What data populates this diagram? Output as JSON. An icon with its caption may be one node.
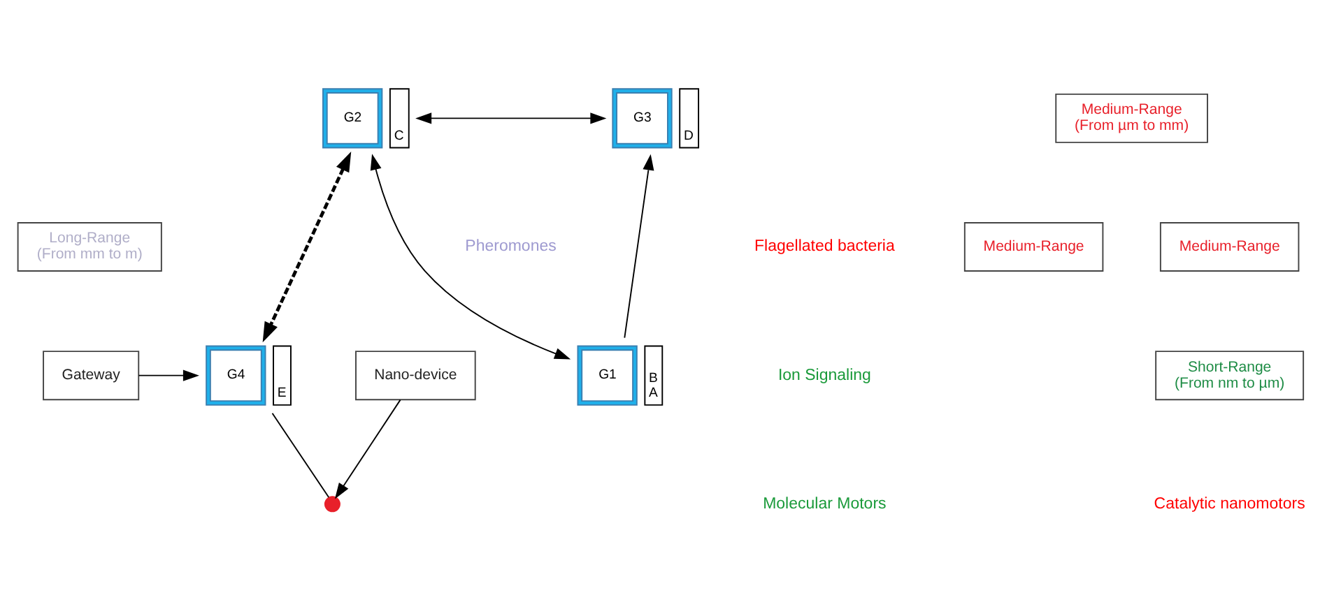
{
  "diagram": {
    "nodes": [
      {
        "text": [
          "G2"
        ],
        "beside": [
          "C"
        ]
      },
      {
        "text": [
          "Medium-Range",
          "(From µm to mm)"
        ]
      },
      {
        "text": [
          "G3"
        ],
        "beside": [
          "D"
        ]
      },
      {
        "text": [
          "Long-Range",
          "(From mm to m)"
        ]
      },
      {
        "text": [
          "Medium-Range"
        ]
      },
      {
        "text": [
          "Medium-Range"
        ]
      },
      {
        "text": [
          "G1"
        ],
        "beside": [
          "B",
          "A"
        ]
      },
      {
        "text": [
          "Short-Range",
          "(From nm to µm)"
        ]
      },
      {
        "text": [
          "Gateway"
        ]
      },
      {
        "text": [
          "G4"
        ],
        "beside": [
          "E"
        ]
      },
      {
        "text": [],
        "shape": "circle"
      },
      {
        "text": [
          "Nano-device"
        ]
      }
    ],
    "edges": [
      {
        "from": 0,
        "to": 2,
        "arrow": "both"
      },
      {
        "from": 0,
        "to": 6,
        "arrow": "both"
      },
      {
        "from": 6,
        "to": 2,
        "arrow": "to"
      },
      {
        "from": 0,
        "to": 9,
        "arrow": "both",
        "style": "dashed"
      },
      {
        "from": 8,
        "to": 9,
        "arrow": "to"
      },
      {
        "from": 9,
        "to": 10,
        "arrow": "none"
      },
      {
        "from": 11,
        "to": 10,
        "arrow": "to"
      }
    ],
    "labels": [
      "Pheromones",
      "Flagellated bacteria",
      "Catalytic nanomotors",
      "Ion Signaling",
      "Molecular Motors"
    ]
  }
}
